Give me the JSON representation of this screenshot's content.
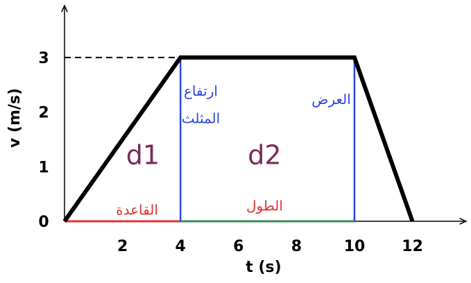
{
  "chart_data": {
    "type": "line",
    "title": "",
    "xlabel": "t (s)",
    "ylabel": "v (m/s)",
    "xlim": [
      0,
      13.5
    ],
    "ylim": [
      0,
      3.9
    ],
    "x_ticks": [
      "2",
      "4",
      "6",
      "8",
      "10",
      "12"
    ],
    "y_ticks": [
      "0",
      "1",
      "2",
      "3"
    ],
    "grid": false,
    "legend": "none",
    "series": [
      {
        "x": [
          0,
          4,
          10,
          12
        ],
        "y": [
          0,
          3,
          3,
          0
        ],
        "color": "#000000"
      }
    ],
    "reference_line": {
      "y": 3,
      "x_from": 0,
      "x_to": 4,
      "style": "dashed",
      "color": "#000000"
    },
    "vertical_lines": [
      {
        "x": 4,
        "y_from": 0,
        "y_to": 3,
        "color": "#2b45e0"
      },
      {
        "x": 10,
        "y_from": 0,
        "y_to": 3,
        "color": "#2b45e0"
      }
    ],
    "base_segments": [
      {
        "x_from": 0,
        "x_to": 4,
        "color": "#e03030"
      },
      {
        "x_from": 4,
        "x_to": 10,
        "color": "#3a8a55"
      }
    ],
    "region_labels": [
      {
        "text": "d1",
        "x": 2.7,
        "y": 1.05,
        "color": "#7a2a5a"
      },
      {
        "text": "d2",
        "x": 6.9,
        "y": 1.05,
        "color": "#7a2a5a"
      }
    ],
    "annotations": [
      {
        "text": "القاعدة",
        "x": 2.5,
        "y": 0.12,
        "color": "#e03030"
      },
      {
        "text": "الطول",
        "x": 6.9,
        "y": 0.2,
        "color": "#e03030"
      },
      {
        "text": "ارتفاع",
        "x": 4.7,
        "y": 2.3,
        "color": "#2b45e0"
      },
      {
        "text": "المثلث",
        "x": 4.7,
        "y": 1.8,
        "color": "#2b45e0"
      },
      {
        "text": "العرض",
        "x": 9.2,
        "y": 2.15,
        "color": "#2b45e0"
      }
    ]
  }
}
